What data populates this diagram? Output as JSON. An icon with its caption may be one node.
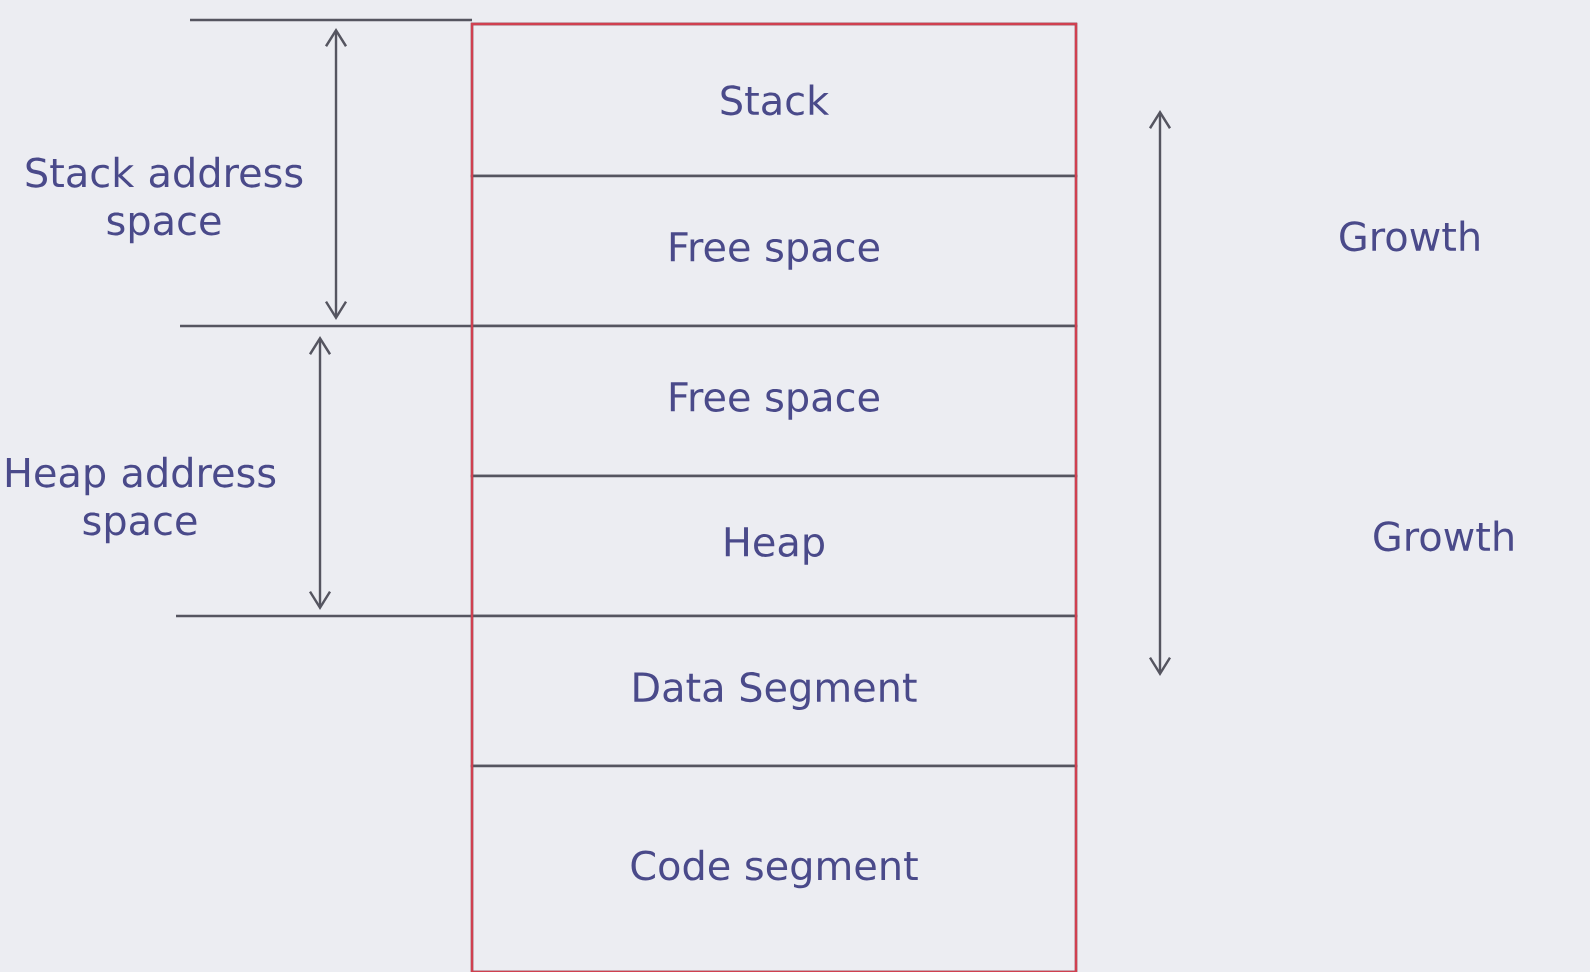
{
  "diagram": {
    "nodes": [
      {
        "text": [
          "Stack"
        ]
      },
      {
        "text": [
          "Free space"
        ]
      },
      {
        "text": [
          "Free space"
        ]
      },
      {
        "text": [
          "Heap"
        ]
      },
      {
        "text": [
          "Data Segment"
        ]
      },
      {
        "text": [
          "Code segment"
        ]
      }
    ],
    "labels": [
      "Stack address space",
      "Heap address space",
      "Growth",
      "Growth"
    ]
  }
}
